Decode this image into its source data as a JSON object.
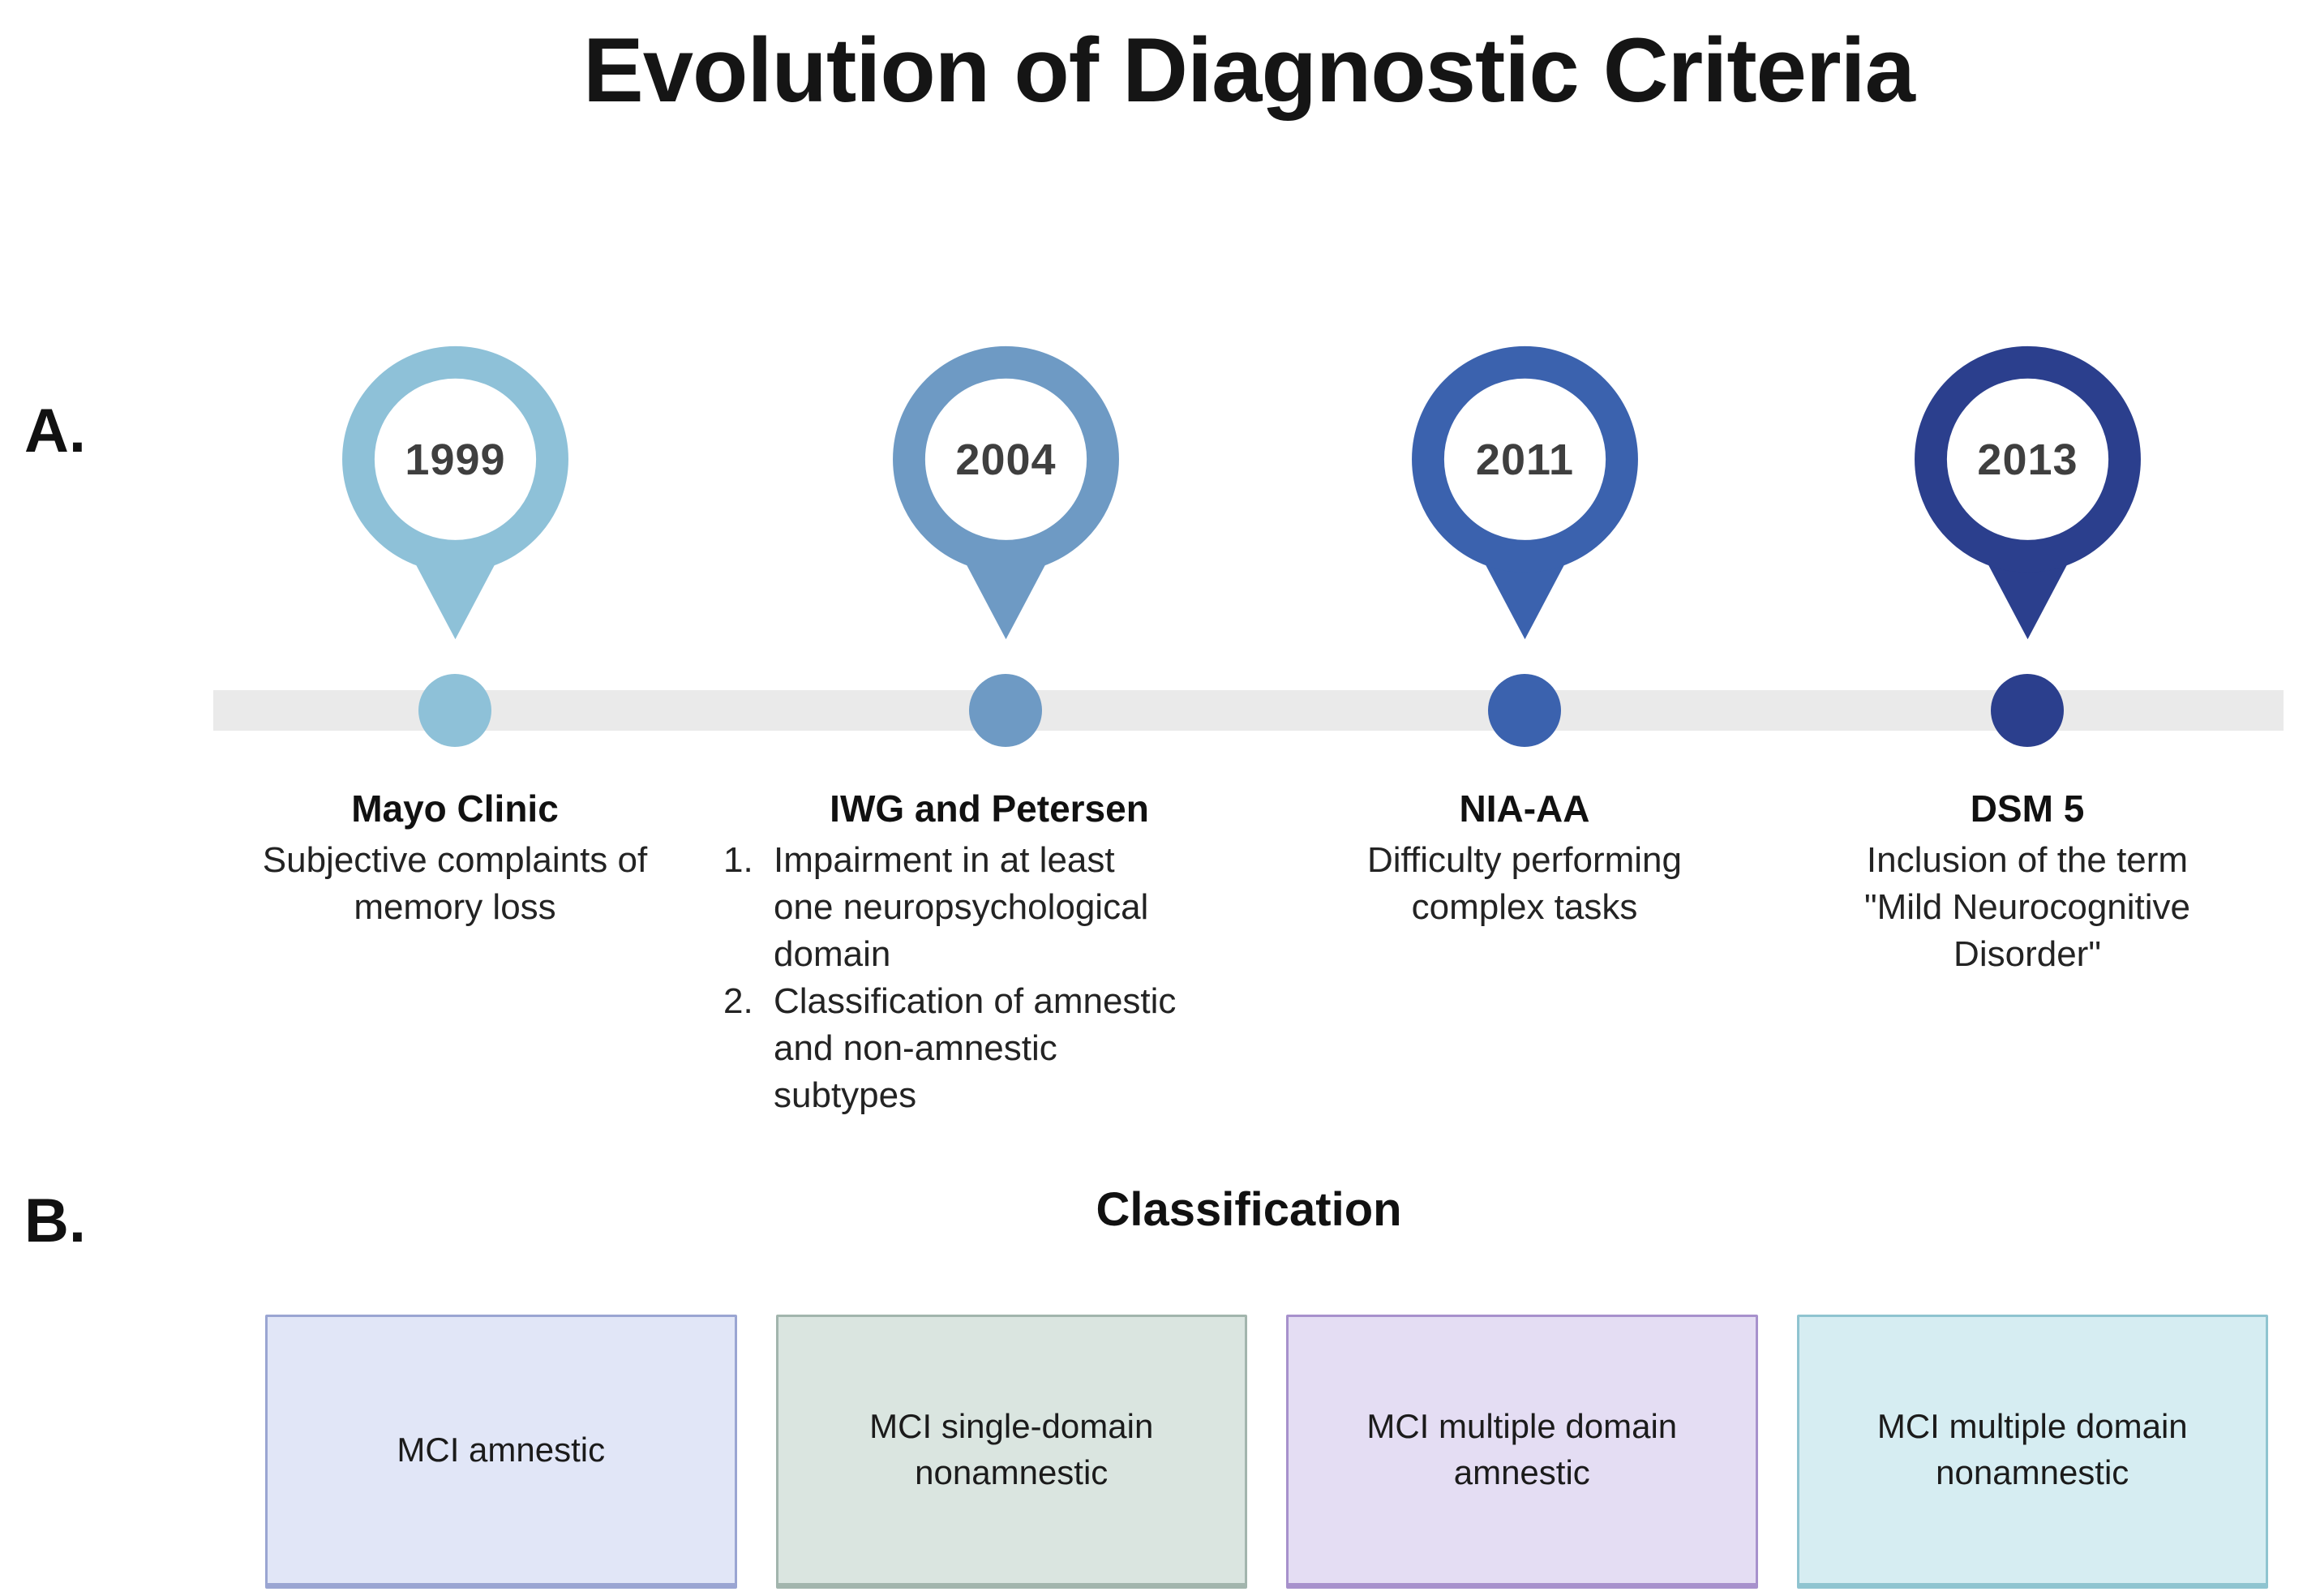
{
  "title": "Evolution of Diagnostic Criteria",
  "section_a": {
    "label": "A.",
    "bar_color": "#eaeaea",
    "timeline": [
      {
        "year": "1999",
        "color": "#8ec1d8",
        "heading": "Mayo Clinic",
        "description": "Subjective complaints of memory loss"
      },
      {
        "year": "2004",
        "color": "#6e9ac4",
        "heading": "IWG and Petersen",
        "items": [
          "Impairment in at least one neuropsychological domain",
          "Classification of amnestic and non-amnestic subtypes"
        ]
      },
      {
        "year": "2011",
        "color": "#3b62ae",
        "heading": "NIA-AA",
        "description": "Difficulty performing complex tasks"
      },
      {
        "year": "2013",
        "color": "#2b3f8d",
        "heading": "DSM 5",
        "description": "Inclusion of the term \"Mild Neurocognitive Disorder\""
      }
    ]
  },
  "section_b": {
    "label": "B.",
    "heading": "Classification",
    "boxes": [
      {
        "label": "MCI amnestic",
        "bg": "#e1e6f7",
        "border": "#9aa5d2"
      },
      {
        "label": "MCI single-domain nonamnestic",
        "bg": "#dae5e0",
        "border": "#a2b5ad"
      },
      {
        "label": "MCI multiple domain amnestic",
        "bg": "#e4ddf3",
        "border": "#a791cc"
      },
      {
        "label": "MCI multiple domain nonamnestic",
        "bg": "#d6edf2",
        "border": "#8fc4d0"
      }
    ]
  }
}
